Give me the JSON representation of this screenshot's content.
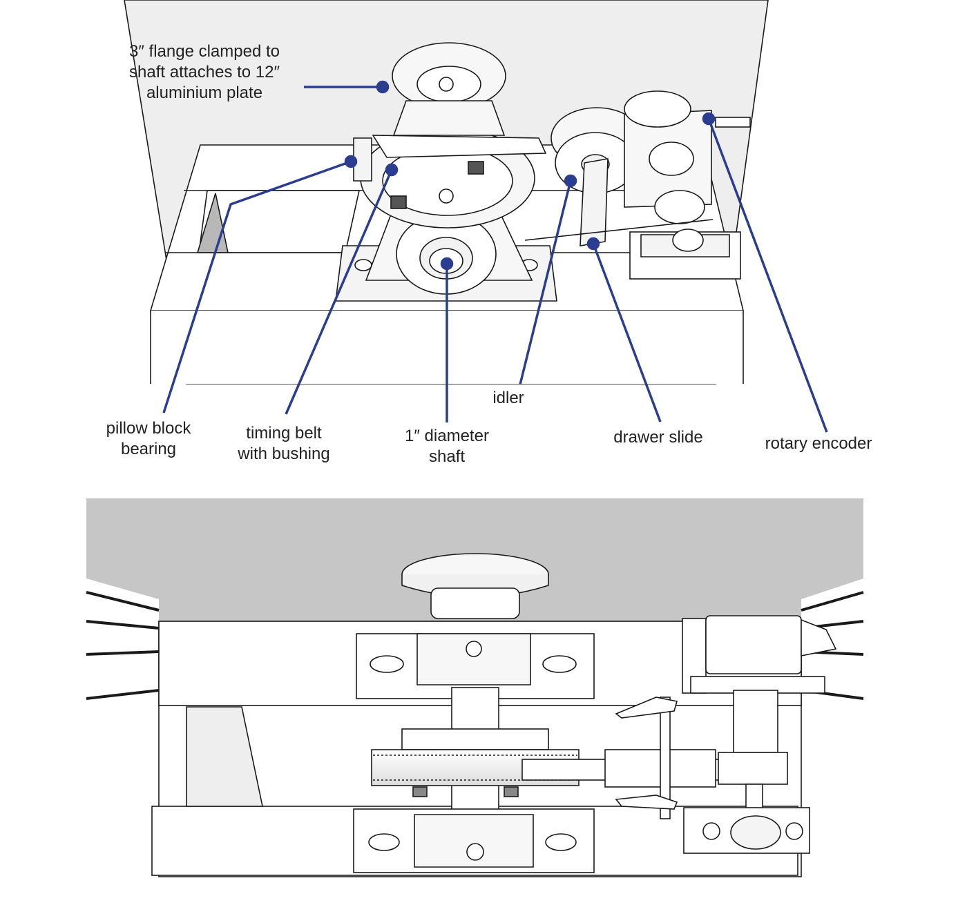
{
  "colors": {
    "callout": "#2a3d8f",
    "line_art": "#1a1a1a",
    "wall_top": "#eeeeee",
    "wall_bottom": "#c6c6c6",
    "paper": "#ffffff"
  },
  "labels": {
    "flange": [
      "3″ flange clamped to",
      "shaft attaches to 12″",
      "aluminium plate"
    ],
    "pillow_block": [
      "pillow block",
      "bearing"
    ],
    "timing_belt": [
      "timing belt",
      "with bushing"
    ],
    "shaft": [
      "1″ diameter",
      "shaft"
    ],
    "idler": [
      "idler"
    ],
    "drawer_slide": [
      "drawer slide"
    ],
    "rotary_encoder": [
      "rotary encoder"
    ]
  },
  "icons": {
    "callout_marker": "filled-circle-dot"
  }
}
